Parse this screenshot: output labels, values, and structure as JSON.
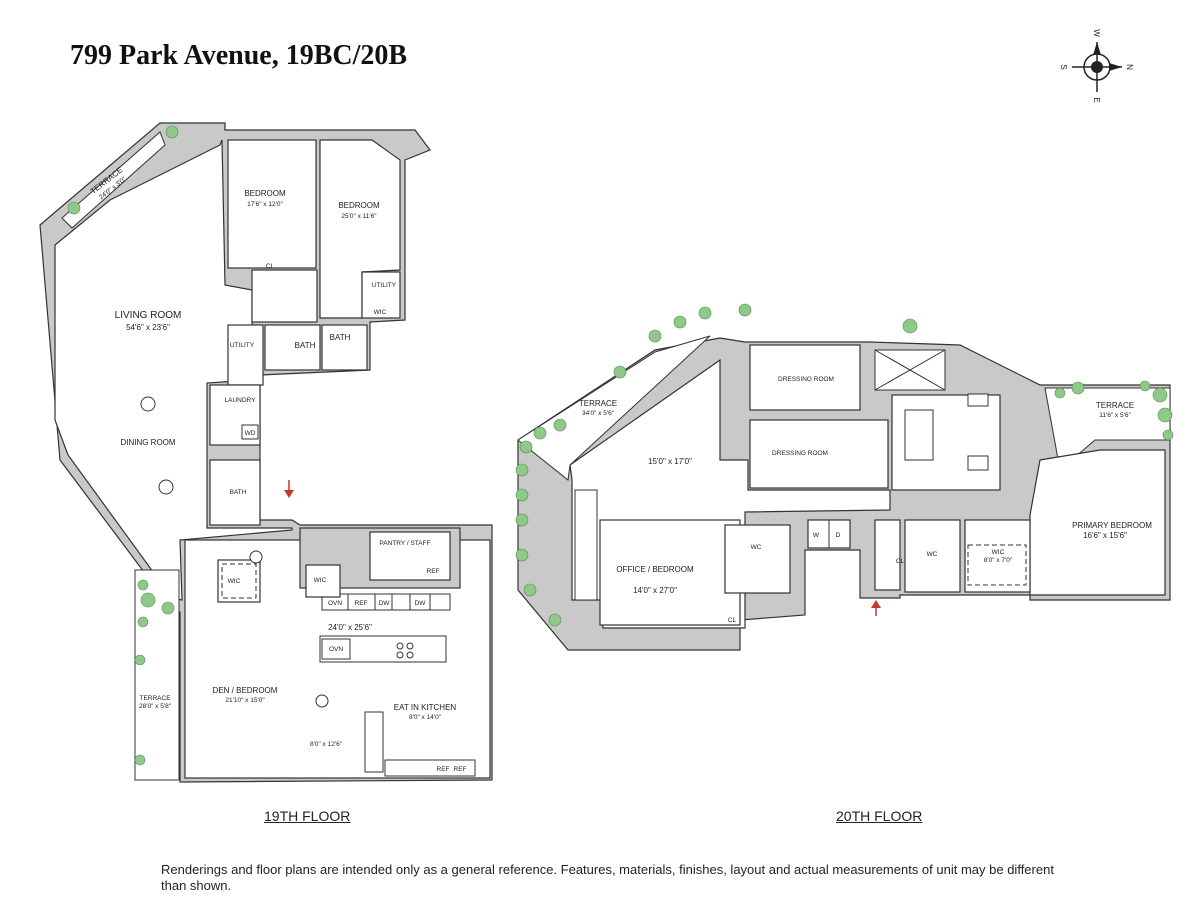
{
  "title": "799 Park Avenue, 19BC/20B",
  "compass": {
    "w": "W",
    "n": "N",
    "s": "S",
    "e": "E"
  },
  "floor19": {
    "label": "19TH FLOOR",
    "rooms": {
      "terrace_nw": {
        "name": "TERRACE",
        "dim": "24'0\" x 3'0\""
      },
      "bedroom1": {
        "name": "BEDROOM",
        "dim": "17'6\" x 12'0\""
      },
      "bedroom2": {
        "name": "BEDROOM",
        "dim": "25'0\" x 11'6\""
      },
      "living": {
        "name": "LIVING ROOM",
        "dim": "54'6\" x 23'6\""
      },
      "dining": {
        "name": "DINING ROOM"
      },
      "laundry": {
        "name": "LAUNDRY"
      },
      "utility1": {
        "name": "UTILITY"
      },
      "utility2": {
        "name": "UTILITY"
      },
      "bath1": {
        "name": "BATH"
      },
      "bath2": {
        "name": "BATH"
      },
      "bath3": {
        "name": "BATH"
      },
      "wic1": {
        "name": "WIC"
      },
      "wic2": {
        "name": "WIC"
      },
      "wic3": {
        "name": "WIC"
      },
      "cl": {
        "name": "CL"
      },
      "wd": {
        "name": "WD"
      },
      "pantry": {
        "name": "PANTRY / STAFF"
      },
      "kitchen_dim": {
        "dim": "24'0\" x 25'6\""
      },
      "den": {
        "name": "DEN / BEDROOM",
        "dim": "21'10\" x 15'0\""
      },
      "eat_in": {
        "name": "EAT IN KITCHEN",
        "dim": "8'0\" x 14'0\""
      },
      "small_dim": {
        "dim": "8'0\" x 12'6\""
      },
      "terrace_sw": {
        "name": "TERRACE",
        "dim": "28'0\" x 5'8\""
      },
      "appl": {
        "ovn": "OVN",
        "ref": "REF",
        "dw": "DW"
      }
    }
  },
  "floor20": {
    "label": "20TH FLOOR",
    "rooms": {
      "terrace_w": {
        "name": "TERRACE",
        "dim": "34'0\" x 5'6\""
      },
      "dressing1": {
        "name": "DRESSING ROOM"
      },
      "dressing2": {
        "name": "DRESSING ROOM"
      },
      "main_dim": {
        "dim": "15'0\" x 17'0\""
      },
      "terrace_e": {
        "name": "TERRACE",
        "dim": "11'6\" x 5'6\""
      },
      "primary": {
        "name": "PRIMARY BEDROOM",
        "dim": "16'6\" x 15'6\""
      },
      "office": {
        "name": "OFFICE / BEDROOM",
        "dim": "14'0\" x 27'0\""
      },
      "wc1": {
        "name": "WC"
      },
      "wc2": {
        "name": "WC"
      },
      "wic": {
        "name": "WIC",
        "dim": "8'0\" x 7'0\""
      },
      "cl1": {
        "name": "CL"
      },
      "cl2": {
        "name": "CL"
      },
      "w": {
        "name": "W"
      },
      "d": {
        "name": "D"
      }
    }
  },
  "disclaimer": "Renderings and floor plans are intended only as a general reference. Features, materials, finishes, layout and actual measurements of unit may be different than shown.",
  "colors": {
    "wall": "#c9c9c9",
    "plant": "#8fc98a",
    "arrow": "#c0392b"
  }
}
